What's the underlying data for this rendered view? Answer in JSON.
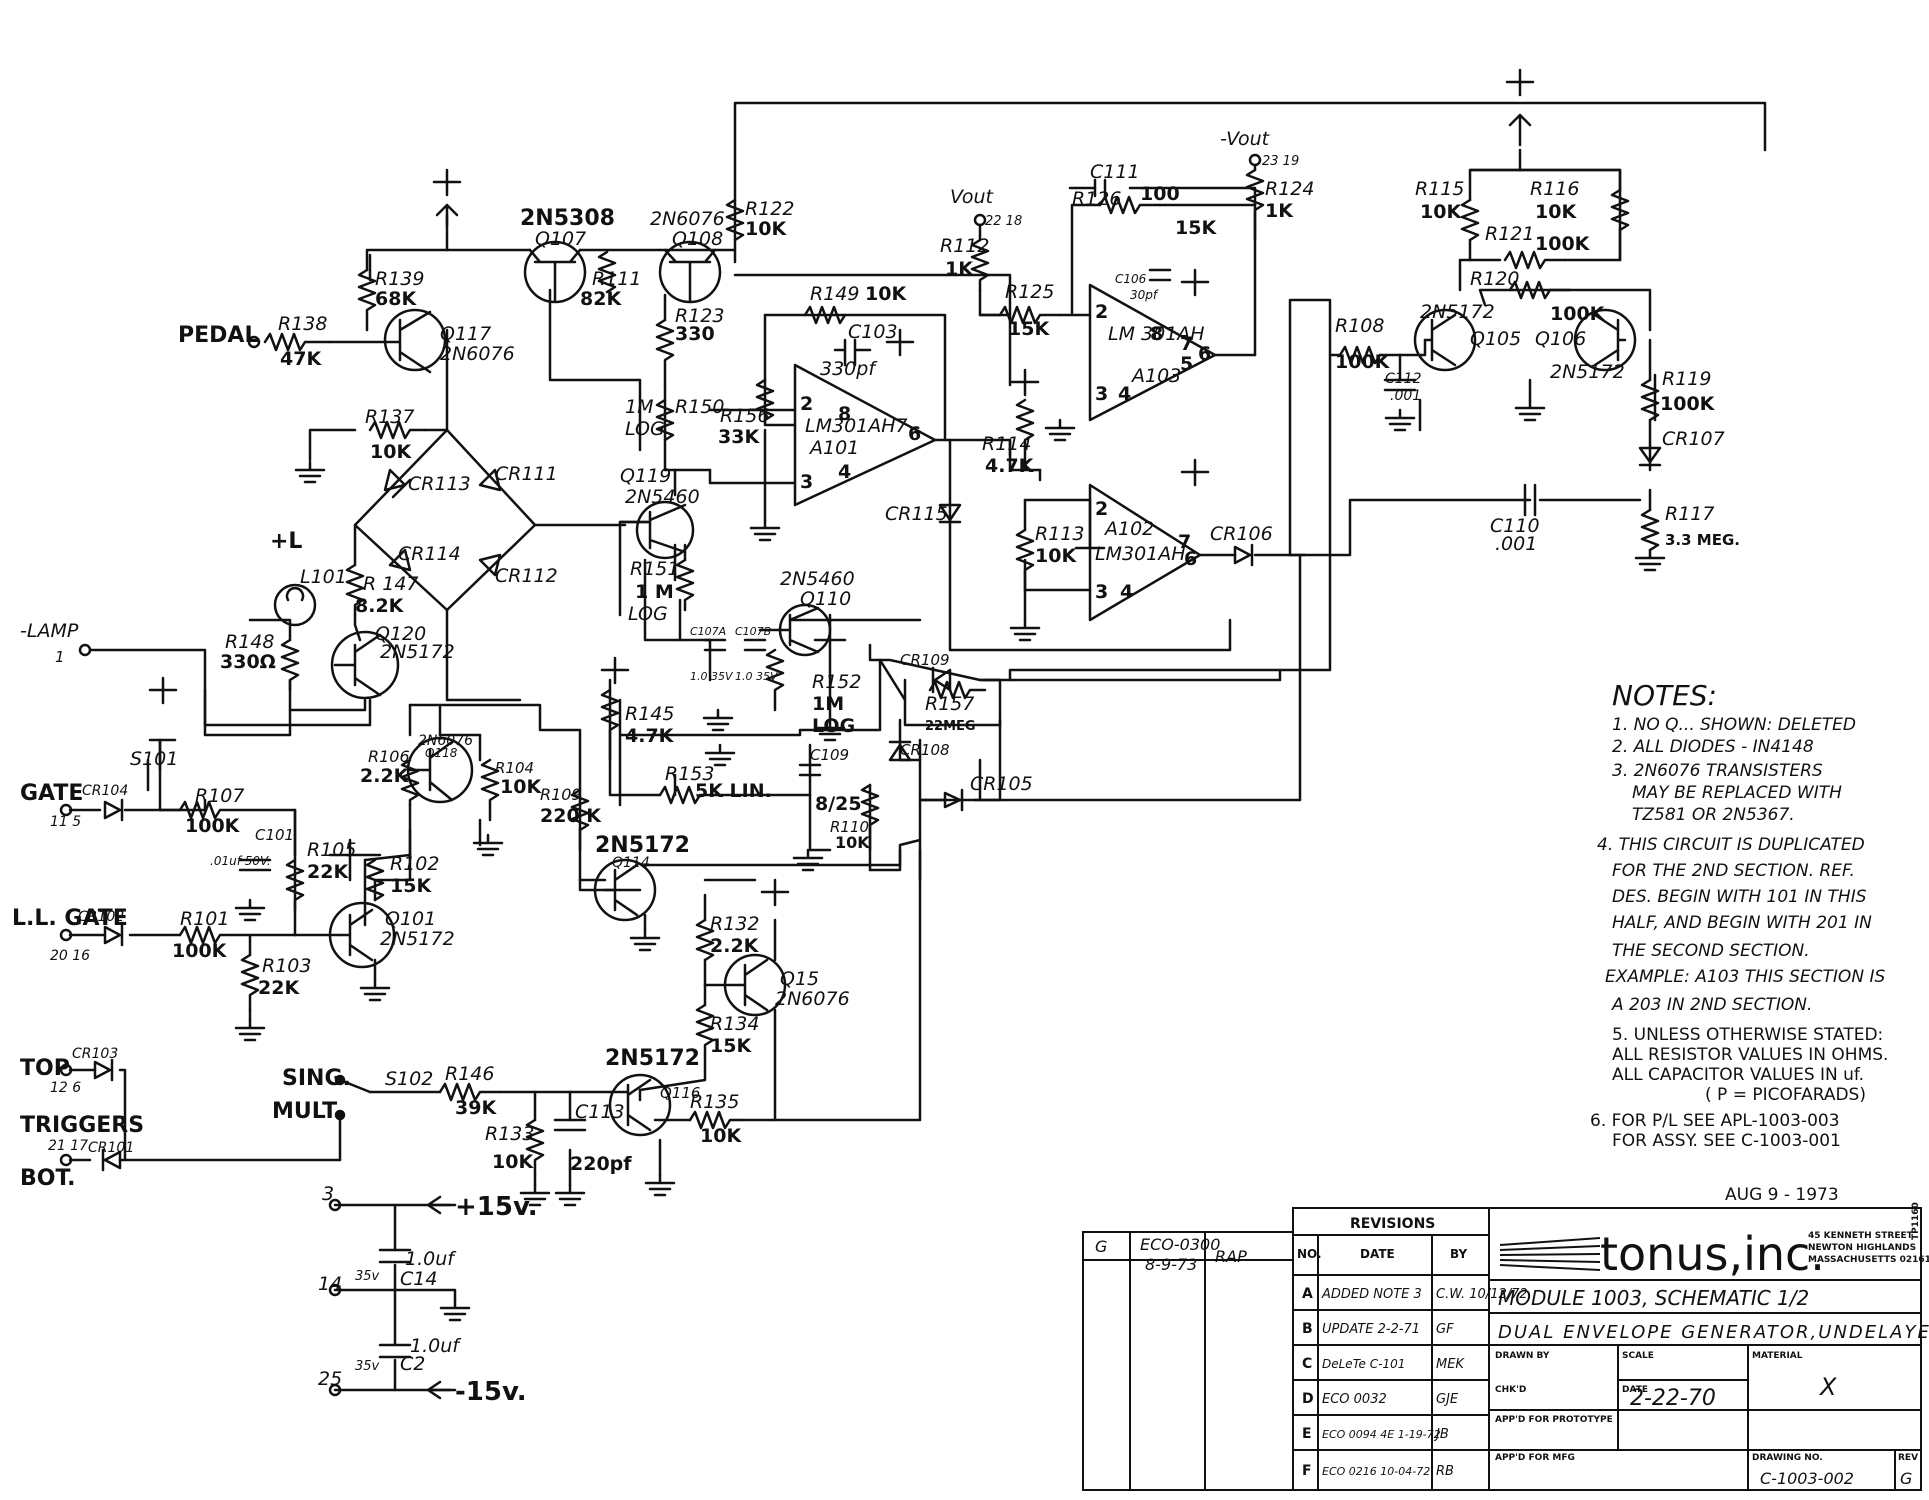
{
  "components": {
    "r138": {
      "ref": "R138",
      "value": "47K"
    },
    "r139": {
      "ref": "R139",
      "value": "68K"
    },
    "q117": {
      "ref": "Q117",
      "type": "2N6076"
    },
    "q107": {
      "ref": "Q107",
      "type": "2N5308"
    },
    "r111": {
      "ref": "R111",
      "value": "82K"
    },
    "q108": {
      "ref": "Q108",
      "type": "2N6076"
    },
    "r122": {
      "ref": "R122",
      "value": "10K"
    },
    "r123": {
      "ref": "R123",
      "value": "330"
    },
    "r150": {
      "ref": "R150",
      "value": "1M",
      "taper": "LOG"
    },
    "r149": {
      "ref": "R149",
      "value": "10K"
    },
    "c103": {
      "ref": "C103",
      "value": "330pf"
    },
    "r156": {
      "ref": "R156",
      "value": "33K"
    },
    "a101": {
      "ref": "A101",
      "type": "LM301AH7"
    },
    "r137": {
      "ref": "R137",
      "value": "10K"
    },
    "cr113": {
      "ref": "CR113"
    },
    "cr111": {
      "ref": "CR111"
    },
    "cr114": {
      "ref": "CR114"
    },
    "cr112": {
      "ref": "CR112"
    },
    "q119": {
      "ref": "Q119",
      "type": "2N5460"
    },
    "r151": {
      "ref": "R151",
      "value": "1 M",
      "taper": "LOG"
    },
    "l101": {
      "ref": "L101",
      "label": "+L"
    },
    "r147": {
      "ref": "R 147",
      "value": "8.2K"
    },
    "r148": {
      "ref": "R148",
      "value": "330Ω"
    },
    "q120": {
      "ref": "Q120",
      "type": "2N5172"
    },
    "cr115": {
      "ref": "CR115"
    },
    "r112": {
      "ref": "R112",
      "value": "1K"
    },
    "vout": {
      "label": "Vout",
      "pins": "22 18"
    },
    "r125": {
      "ref": "R125",
      "value": "15K"
    },
    "r114": {
      "ref": "R114",
      "value": "4.7K"
    },
    "r113": {
      "ref": "R113",
      "value": "10K"
    },
    "c111": {
      "ref": "C111",
      "value": "100"
    },
    "r126": {
      "ref": "R126",
      "value": "15K"
    },
    "c106": {
      "ref": "C106",
      "value": "30pf"
    },
    "a103": {
      "ref": "A103",
      "type": "LM 301AH"
    },
    "a102": {
      "ref": "A102",
      "type": "LM301AH"
    },
    "neg_vout": {
      "label": "-Vout",
      "pins": "23 19"
    },
    "r124": {
      "ref": "R124",
      "value": "1K"
    },
    "cr106": {
      "ref": "CR106"
    },
    "r115": {
      "ref": "R115",
      "value": "10K"
    },
    "r116": {
      "ref": "R116",
      "value": "10K"
    },
    "r121": {
      "ref": "R121",
      "value": "100K"
    },
    "r120": {
      "ref": "R120",
      "value": "100K"
    },
    "q105": {
      "ref": "Q105",
      "type": "2N5172"
    },
    "q106": {
      "ref": "Q106",
      "type": "2N5172"
    },
    "r108": {
      "ref": "R108",
      "value": "100K"
    },
    "c112": {
      "ref": "C112",
      "value": ".001"
    },
    "r119": {
      "ref": "R119",
      "value": "100K"
    },
    "cr107": {
      "ref": "CR107"
    },
    "c110": {
      "ref": "C110",
      "value": ".001"
    },
    "r117": {
      "ref": "R117",
      "value": "3.3 MEG."
    },
    "q110": {
      "ref": "Q110",
      "type": "2N5460"
    },
    "c107a": {
      "ref": "C107A",
      "value": "1.0 35V"
    },
    "c107b": {
      "ref": "C107B",
      "value": "1.0 35V"
    },
    "r152": {
      "ref": "R152",
      "value": "1M",
      "taper": "LOG"
    },
    "cr109": {
      "ref": "CR109"
    },
    "r157": {
      "ref": "R157",
      "value": "22MEG"
    },
    "c109": {
      "ref": "C109",
      "value": "8/25"
    },
    "cr108": {
      "ref": "CR108"
    },
    "r110": {
      "ref": "R110",
      "value": "10K"
    },
    "cr105": {
      "ref": "CR105"
    },
    "r145": {
      "ref": "R145",
      "value": "4.7K"
    },
    "r153": {
      "ref": "R153",
      "value": "5K LIN."
    },
    "s101": {
      "ref": "S101"
    },
    "cr104": {
      "ref": "CR104"
    },
    "r107": {
      "ref": "R107",
      "value": "100K"
    },
    "c101": {
      "ref": "C101",
      "value": ".01uf 50V."
    },
    "r105": {
      "ref": "R105",
      "value": "22K"
    },
    "r106": {
      "ref": "R106",
      "value": "2.2K"
    },
    "q118": {
      "ref": "Q118",
      "type": "2N6076"
    },
    "r104": {
      "ref": "R104",
      "value": "10K"
    },
    "r109": {
      "ref": "R109",
      "value": "220 K"
    },
    "r102": {
      "ref": "R102",
      "value": "15K"
    },
    "q101": {
      "ref": "Q101",
      "type": "2N5172"
    },
    "cr102": {
      "ref": "CR102"
    },
    "r101": {
      "ref": "R101",
      "value": "100K"
    },
    "r103": {
      "ref": "R103",
      "value": "22K"
    },
    "q114": {
      "ref": "Q114",
      "type": "2N5172"
    },
    "r132": {
      "ref": "R132",
      "value": "2.2K"
    },
    "q115": {
      "ref": "Q15",
      "type": "2N6076"
    },
    "r134": {
      "ref": "R134",
      "value": "15K"
    },
    "q116": {
      "ref": "Q116",
      "type": "2N5172"
    },
    "r135": {
      "ref": "R135",
      "value": "10K"
    },
    "s102": {
      "ref": "S102"
    },
    "r146": {
      "ref": "R146",
      "value": "39K"
    },
    "r133": {
      "ref": "R133",
      "value": "10K"
    },
    "c113": {
      "ref": "C113",
      "value": "220pf"
    },
    "cr103": {
      "ref": "CR103"
    },
    "cr101": {
      "ref": "CR101"
    },
    "c14": {
      "ref": "C14",
      "value": "1.0uf",
      "voltage": "35v"
    },
    "c2": {
      "ref": "C2",
      "value": "1.0uf",
      "voltage": "35v"
    }
  },
  "terminals": {
    "pedal": "PEDAL",
    "lamp": "-LAMP",
    "lamp_pin": "1",
    "gate": "GATE",
    "gate_pins": "11 5",
    "ll_gate": "L.L. GATE",
    "ll_gate_pins": "20 16",
    "top": "TOP",
    "top_pins": "12 6",
    "triggers": "TRIGGERS",
    "bot": "BOT.",
    "bot_pins": "21 17",
    "sing": "SING.",
    "mult": "MULT.",
    "p15_pin": "3",
    "p15": "+15v.",
    "gnd_pin": "14",
    "n15_pin": "25",
    "n15": "-15v."
  },
  "notes": {
    "heading": "NOTES:",
    "items": [
      "1. NO Q... SHOWN: DELETED",
      "2. ALL DIODES - IN4148",
      "3. 2N6076 TRANSISTERS",
      "MAY BE REPLACED WITH",
      "TZ581 OR 2N5367.",
      "4. THIS CIRCUIT IS DUPLICATED",
      "FOR THE 2ND SECTION. REF.",
      "DES. BEGIN WITH 101 IN THIS",
      "HALF, AND BEGIN WITH 201 IN",
      "THE SECOND SECTION.",
      "EXAMPLE: A103 THIS SECTION IS",
      "A 203 IN 2ND SECTION.",
      "5. UNLESS OTHERWISE STATED:",
      "ALL RESISTOR VALUES IN OHMS.",
      "ALL CAPACITOR VALUES IN uf.",
      "( P = PICOFARADS)",
      "6. FOR P/L SEE APL-1003-003",
      "FOR ASSY. SEE C-1003-001"
    ]
  },
  "date_stamp": "AUG 9 - 1973",
  "title_block": {
    "revisions_heading": "REVISIONS",
    "col_no": "NO.",
    "col_date": "DATE",
    "col_by": "BY",
    "rev_g": {
      "no": "G",
      "eco": "ECO-0300",
      "date": "8-9-73",
      "by": "RAP"
    },
    "revisions": [
      {
        "no": "A",
        "date": "ADDED NOTE 3",
        "by": "C.W. 10/12/72"
      },
      {
        "no": "B",
        "date": "UPDATE 2-2-71",
        "by": "GF"
      },
      {
        "no": "C",
        "date": "DeLeTe C-101",
        "by": "MEK"
      },
      {
        "no": "D",
        "date": "ECO 0032",
        "by": "GJE"
      },
      {
        "no": "E",
        "date": "ECO 0094 4E 1-19-72",
        "by": "JB"
      },
      {
        "no": "F",
        "date": "ECO 0216 10-04-72",
        "by": "RB"
      }
    ],
    "company": "tonus,inc.",
    "address": [
      "45 KENNETH STREET",
      "NEWTON HIGHLANDS",
      "MASSACHUSETTS 02161"
    ],
    "side_code": "TP1160",
    "title_line1": "MODULE 1003, SCHEMATIC 1/2",
    "title_line2": "DUAL ENVELOPE GENERATOR,UNDELAYED",
    "drawn_by_label": "DRAWN BY",
    "scale_label": "SCALE",
    "material_label": "MATERIAL",
    "chkd_label": "CHK'D",
    "date_label": "DATE",
    "date_value": "2-22-70",
    "material_value": "X",
    "appd_prototype": "APP'D FOR PROTOTYPE",
    "appd_mfg": "APP'D FOR MFG",
    "drawing_no_label": "DRAWING NO.",
    "drawing_no": "C-1003-002",
    "rev_label": "REV",
    "rev_value": "G"
  }
}
